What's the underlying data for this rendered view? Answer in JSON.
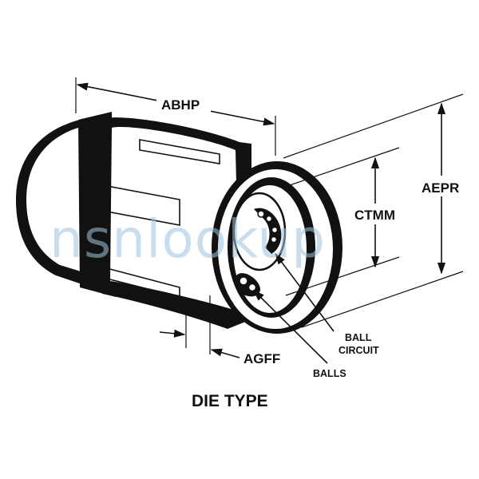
{
  "labels": {
    "abhp": "ABHP",
    "aepr": "AEPR",
    "ctmm": "CTMM",
    "agff": "AGFF",
    "ball_circuit_line1": "BALL",
    "ball_circuit_line2": "CIRCUIT",
    "balls": "BALLS",
    "title": "DIE TYPE"
  },
  "watermark": {
    "text": "nsnlookup",
    "color": "#9fc3dd"
  }
}
